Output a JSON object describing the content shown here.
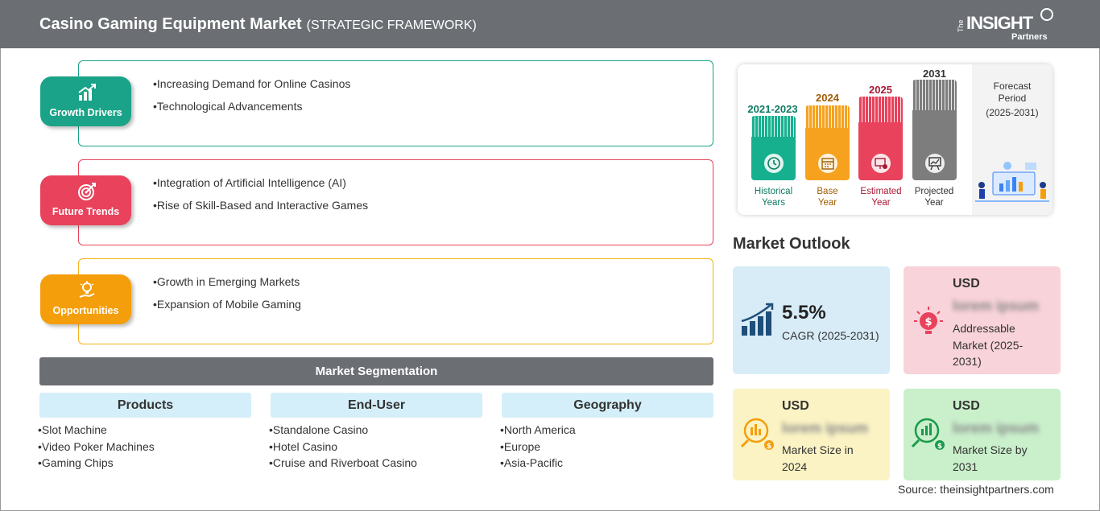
{
  "header": {
    "title": "Casino Gaming Equipment Market",
    "subtitle": "(STRATEGIC FRAMEWORK)",
    "logo": {
      "the": "The",
      "insight": "INSIGHT",
      "partners": "Partners"
    }
  },
  "framework": [
    {
      "label": "Growth Drivers",
      "color": "#1aa388",
      "items": [
        "Increasing Demand for Online Casinos",
        "Technological Advancements"
      ]
    },
    {
      "label": "Future Trends",
      "color": "#e8425c",
      "items": [
        "Integration of Artificial Intelligence (AI)",
        "Rise of Skill-Based and Interactive Games"
      ]
    },
    {
      "label": "Opportunities",
      "color": "#f59e0b",
      "items": [
        "Growth in Emerging Markets",
        "Expansion of Mobile Gaming"
      ]
    }
  ],
  "segmentation": {
    "title": "Market Segmentation",
    "columns": [
      {
        "head": "Products",
        "items": [
          "Slot Machine",
          "Video Poker Machines",
          "Gaming Chips"
        ]
      },
      {
        "head": "End-User",
        "items": [
          "Standalone Casino",
          "Hotel Casino",
          "Cruise and Riverboat Casino"
        ]
      },
      {
        "head": "Geography",
        "items": [
          "North America",
          "Europe",
          "Asia-Pacific"
        ]
      }
    ]
  },
  "timeline": {
    "periods": [
      {
        "year": "2021-2023",
        "label_1": "Historical",
        "label_2": "Years",
        "color": "#16b08f",
        "text_color": "#0f7a63"
      },
      {
        "year": "2024",
        "label_1": "Base",
        "label_2": "Year",
        "color": "#f6a21e",
        "text_color": "#a05d00"
      },
      {
        "year": "2025",
        "label_1": "Estimated",
        "label_2": "Year",
        "color": "#e8425c",
        "text_color": "#a81a34"
      },
      {
        "year": "2031",
        "label_1": "Projected",
        "label_2": "Year",
        "color": "#7d7d7d",
        "text_color": "#333333"
      }
    ],
    "forecast": {
      "line1": "Forecast",
      "line2": "Period",
      "line3": "(2025-2031)"
    }
  },
  "outlook": {
    "title": "Market Outlook",
    "cagr": {
      "value": "5.5%",
      "desc": "CAGR (2025-2031)",
      "bg": "#d8ecf7"
    },
    "addressable": {
      "usd": "USD",
      "blur": "lorem ipsum",
      "desc_1": "Addressable",
      "desc_2": "Market (2025-",
      "desc_3": "2031)",
      "bg": "#f8d3d9"
    },
    "size_2024": {
      "usd": "USD",
      "blur": "lorem ipsum",
      "desc_1": "Market Size in",
      "desc_2": "2024",
      "bg": "#fbf3c4"
    },
    "size_2031": {
      "usd": "USD",
      "blur": "lorem ipsum",
      "desc_1": "Market Size by",
      "desc_2": "2031",
      "bg": "#c9efcb"
    }
  },
  "source": "Source: theinsightpartners.com"
}
